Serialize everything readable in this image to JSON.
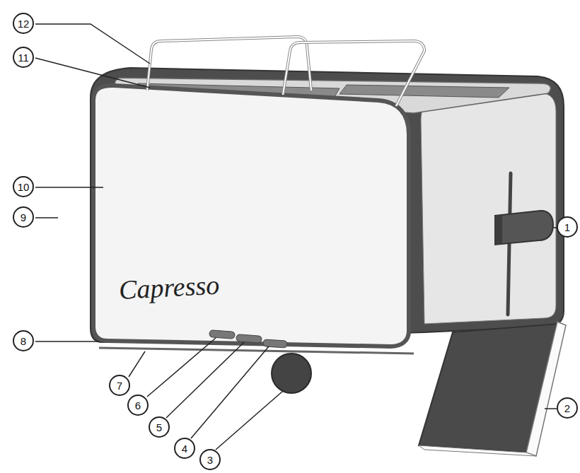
{
  "diagram": {
    "nodes": [
      {
        "text": [
          "1"
        ]
      },
      {
        "text": [
          "2"
        ]
      },
      {
        "text": [
          "3"
        ]
      },
      {
        "text": [
          "4"
        ]
      },
      {
        "text": [
          "5"
        ]
      },
      {
        "text": [
          "6"
        ]
      },
      {
        "text": [
          "7"
        ]
      },
      {
        "text": [
          "8"
        ]
      },
      {
        "text": [
          "9"
        ]
      },
      {
        "text": [
          "10"
        ]
      },
      {
        "text": [
          "11"
        ]
      },
      {
        "text": [
          "12"
        ]
      }
    ],
    "labels": [
      "Capresso"
    ]
  }
}
